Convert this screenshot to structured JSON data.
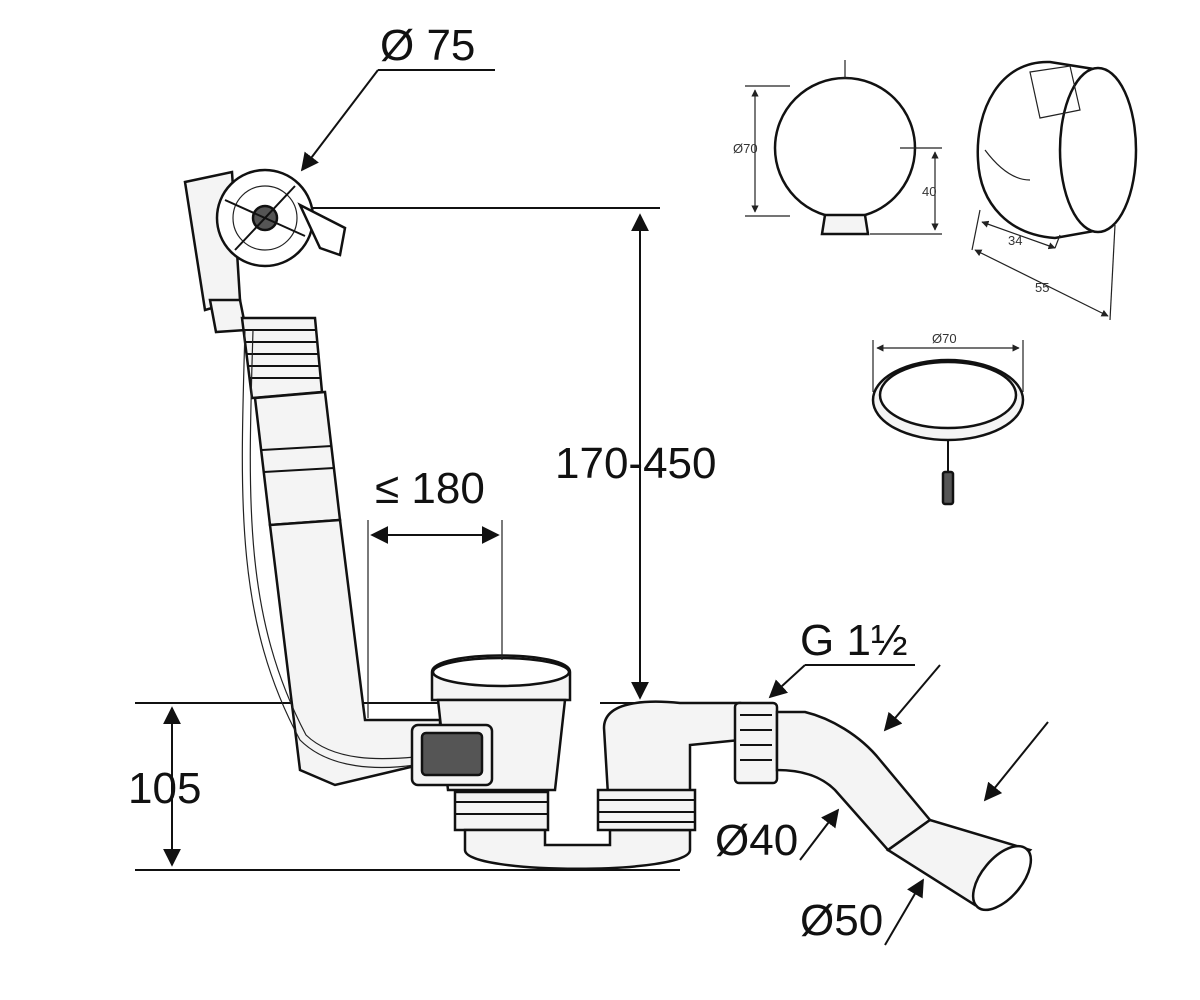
{
  "labels": {
    "overflow_diameter": "Ø 75",
    "distance_max": "≤ 180",
    "height_range": "170-450",
    "height_base": "105",
    "thread": "G 1½",
    "pipe_d40": "Ø40",
    "pipe_d50": "Ø50"
  },
  "detail_labels": {
    "cap_diameter": "Ø70",
    "cap_height": "40",
    "cap_depth": "34",
    "cap_total": "55",
    "plug_diameter": "Ø70"
  },
  "colors": {
    "line": "#111111",
    "fill_light": "#f4f4f4",
    "fill_dark": "#555555"
  }
}
